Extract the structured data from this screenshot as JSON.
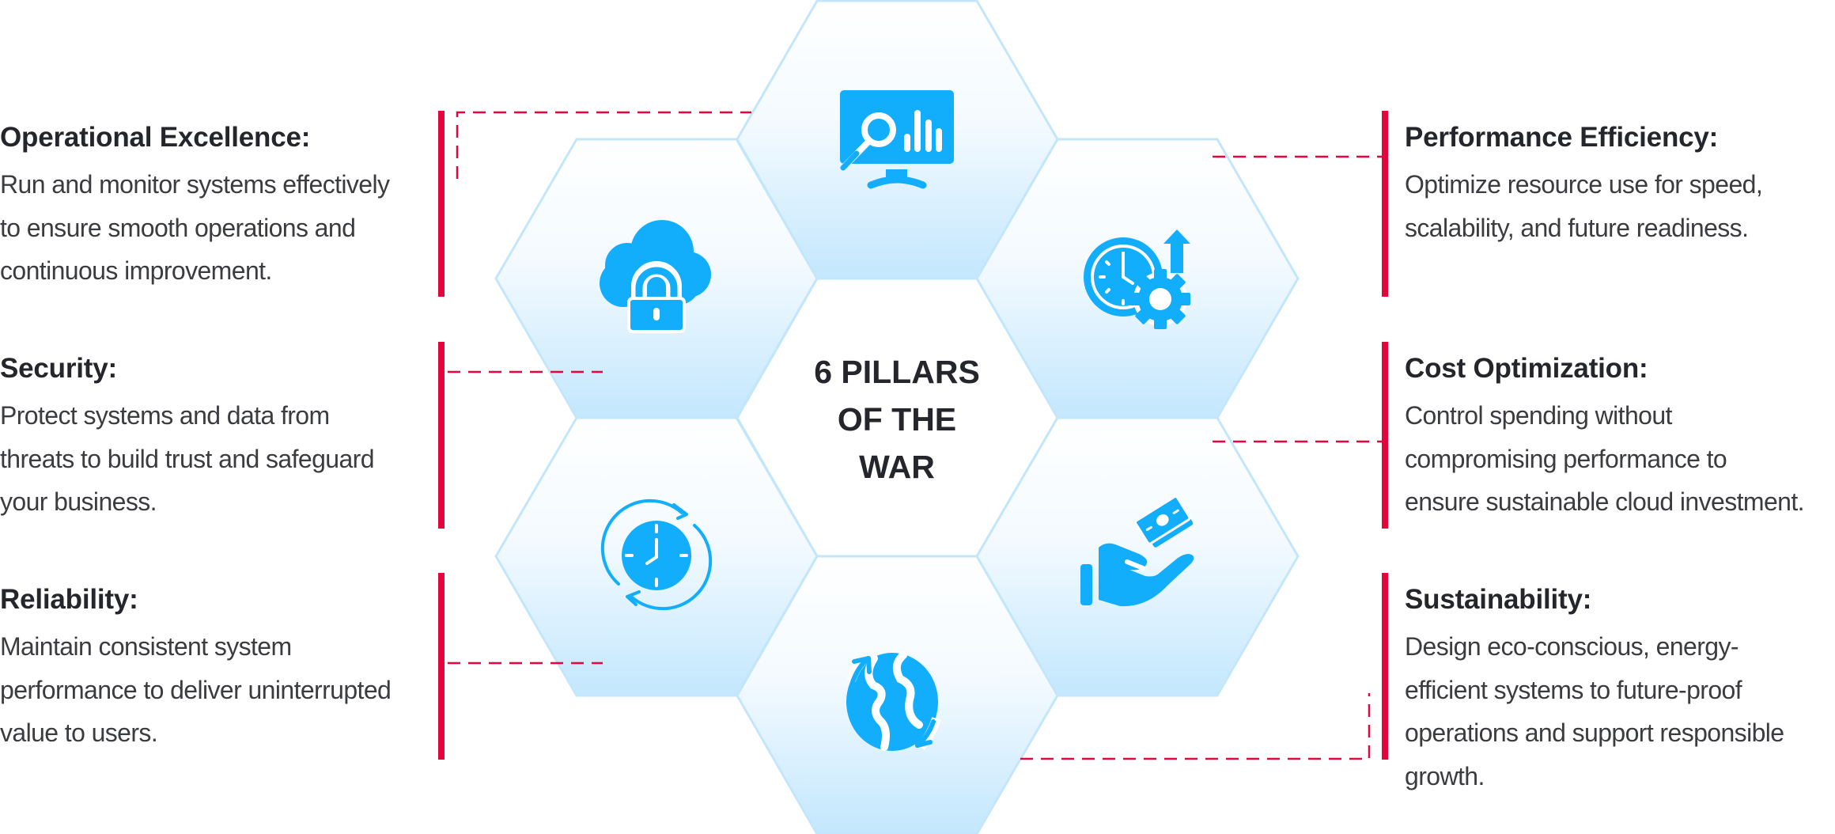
{
  "center": {
    "title_lines": [
      "6 PILLARS",
      "OF THE",
      "WAR"
    ]
  },
  "colors": {
    "accent_red": "#e3053c",
    "icon_blue": "#12aefc",
    "hex_edge": "#c4e6fb",
    "hex_fill_top": "#ffffff",
    "hex_fill_bottom": "#c3e7fd",
    "title_text": "#25262b",
    "body_text": "#3b3c40"
  },
  "pillars": [
    {
      "id": "operational-excellence",
      "title": "Operational Excellence:",
      "description_lines": [
        "Run and monitor systems effectively",
        "to ensure smooth operations and",
        "continuous improvement."
      ],
      "icon": "monitor-analytics-icon",
      "side": "left"
    },
    {
      "id": "security",
      "title": "Security:",
      "description_lines": [
        "Protect systems and data from",
        "threats to build trust and safeguard",
        "your business."
      ],
      "icon": "cloud-lock-icon",
      "side": "left"
    },
    {
      "id": "reliability",
      "title": "Reliability:",
      "description_lines": [
        "Maintain consistent system",
        "performance to deliver uninterrupted",
        "value to users."
      ],
      "icon": "clock-cycle-icon",
      "side": "left"
    },
    {
      "id": "performance-efficiency",
      "title": "Performance Efficiency:",
      "description_lines": [
        "Optimize resource use for speed,",
        "scalability, and future readiness."
      ],
      "icon": "clock-gear-arrow-icon",
      "side": "right"
    },
    {
      "id": "cost-optimization",
      "title": "Cost Optimization:",
      "description_lines": [
        "Control spending without",
        "compromising performance to",
        "ensure sustainable cloud investment."
      ],
      "icon": "hand-money-icon",
      "side": "right"
    },
    {
      "id": "sustainability",
      "title": "Sustainability:",
      "description_lines": [
        "Design eco-conscious, energy-",
        "efficient systems to future-proof",
        "operations and support responsible",
        "growth."
      ],
      "icon": "globe-cycle-icon",
      "side": "right"
    }
  ]
}
